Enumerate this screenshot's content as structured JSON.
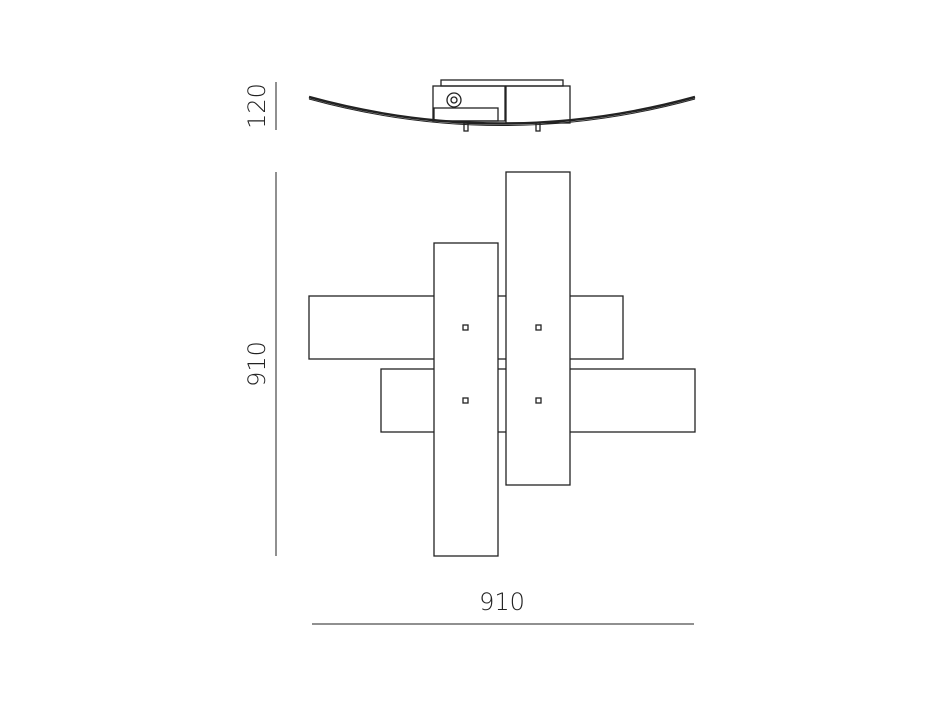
{
  "dimensions": {
    "side_height": "120",
    "front_height": "910",
    "front_width": "910"
  },
  "colors": {
    "line": "#222222",
    "background": "#ffffff"
  }
}
